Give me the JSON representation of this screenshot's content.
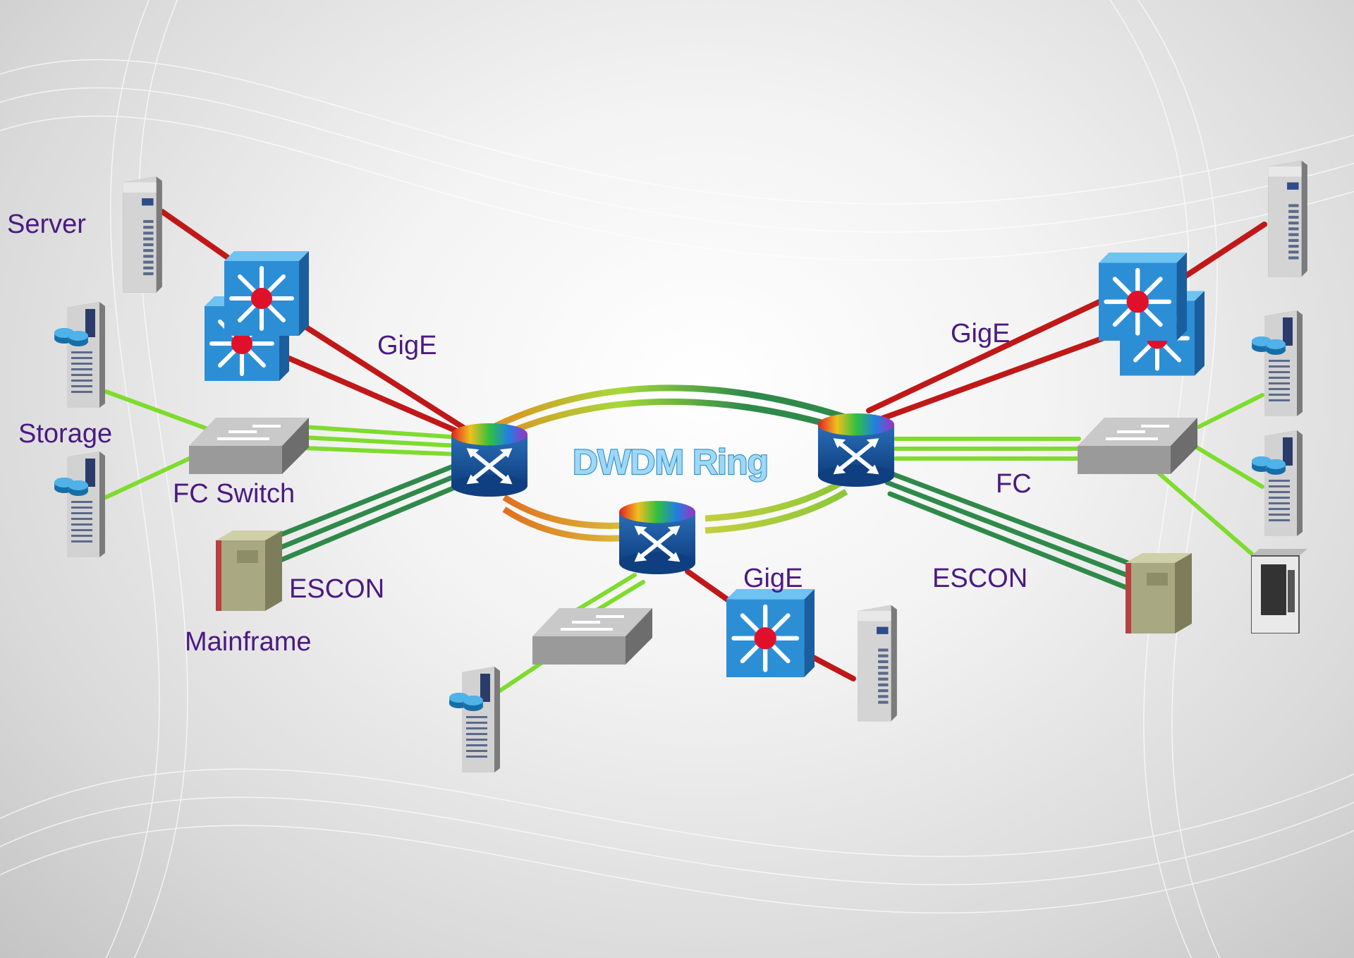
{
  "title": "DWDM Ring",
  "labels": {
    "server": "Server",
    "storage": "Storage",
    "fc_switch": "FC Switch",
    "mainframe": "Mainframe",
    "gige_left": "GigE",
    "escon_left": "ESCON",
    "gige_right": "GigE",
    "fc_right": "FC",
    "escon_right": "ESCON",
    "gige_bottom": "GigE"
  },
  "colors": {
    "gige": "#c01818",
    "fc": "#7edc2c",
    "escon": "#2f8a4a",
    "ring_label": "#2b8ccd",
    "text": "#4a1a82"
  }
}
